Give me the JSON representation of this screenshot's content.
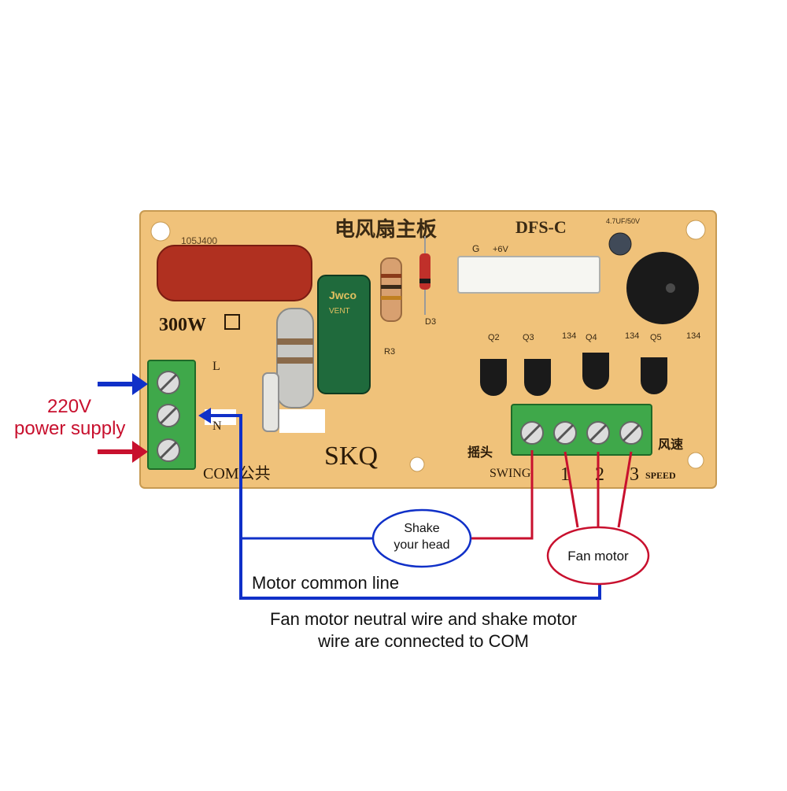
{
  "board": {
    "title_cn": "电风扇主板",
    "model": "DFS-C",
    "brand": "SKQ",
    "rating": "300W",
    "cap_marking": "105J400",
    "ecap_brand": "Jwco",
    "ecap_sub": "VENT",
    "small_cap_marking": "4.7UF/50V",
    "com_label": "COM公共",
    "swing_cn": "摇头",
    "speed_cn": "风速",
    "swing_label": "SWING",
    "speed_label": "SPEED",
    "speed_nums": [
      "1",
      "2",
      "3"
    ],
    "pin_g": "G",
    "pin_6v": "+6V",
    "r3": "R3",
    "d3": "D3",
    "transistor_labels": [
      "Q2",
      "Q3",
      "Q4",
      "Q5"
    ],
    "pin_134": [
      "134",
      "134",
      "134"
    ],
    "n_label": "N",
    "l_label": "L"
  },
  "annotations": {
    "power_supply_line1": "220V",
    "power_supply_line2": "power supply",
    "shake_head_line1": "Shake",
    "shake_head_line2": "your head",
    "fan_motor": "Fan motor",
    "common_line": "Motor common line",
    "note_line1": "Fan motor neutral wire and shake motor",
    "note_line2": "wire are connected to COM"
  },
  "colors": {
    "board": "#f0c27a",
    "terminal": "#3fa84a",
    "red_wire": "#c8102e",
    "blue_wire": "#1030c8",
    "cap_red": "#b03020",
    "ecap_green": "#1f6a3c"
  }
}
